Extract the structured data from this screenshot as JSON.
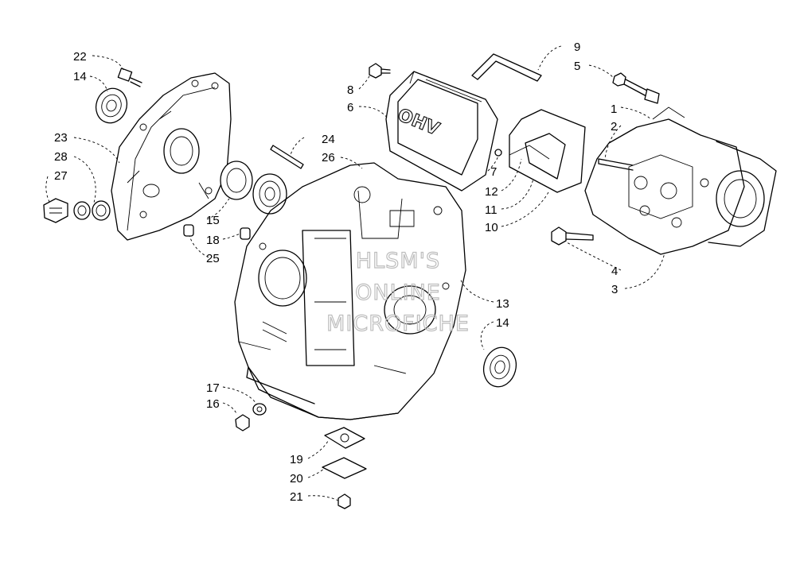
{
  "watermark": [
    "HLSM'S",
    "ONLINE",
    "MICROFICHE"
  ],
  "emboss": "OHV",
  "callouts": [
    {
      "id": "c22",
      "text": "22"
    },
    {
      "id": "c14a",
      "text": "14"
    },
    {
      "id": "c23",
      "text": "23"
    },
    {
      "id": "c28",
      "text": "28"
    },
    {
      "id": "c27",
      "text": "27"
    },
    {
      "id": "c24",
      "text": "24"
    },
    {
      "id": "c26",
      "text": "26"
    },
    {
      "id": "c15",
      "text": "15"
    },
    {
      "id": "c18",
      "text": "18"
    },
    {
      "id": "c25",
      "text": "25"
    },
    {
      "id": "c8",
      "text": "8"
    },
    {
      "id": "c6",
      "text": "6"
    },
    {
      "id": "c9",
      "text": "9"
    },
    {
      "id": "c5",
      "text": "5"
    },
    {
      "id": "c1",
      "text": "1"
    },
    {
      "id": "c2",
      "text": "2"
    },
    {
      "id": "c7",
      "text": "7"
    },
    {
      "id": "c12",
      "text": "12"
    },
    {
      "id": "c11",
      "text": "11"
    },
    {
      "id": "c10",
      "text": "10"
    },
    {
      "id": "c4",
      "text": "4"
    },
    {
      "id": "c3",
      "text": "3"
    },
    {
      "id": "c13",
      "text": "13"
    },
    {
      "id": "c14b",
      "text": "14"
    },
    {
      "id": "c17",
      "text": "17"
    },
    {
      "id": "c16",
      "text": "16"
    },
    {
      "id": "c19",
      "text": "19"
    },
    {
      "id": "c20",
      "text": "20"
    },
    {
      "id": "c21",
      "text": "21"
    }
  ]
}
